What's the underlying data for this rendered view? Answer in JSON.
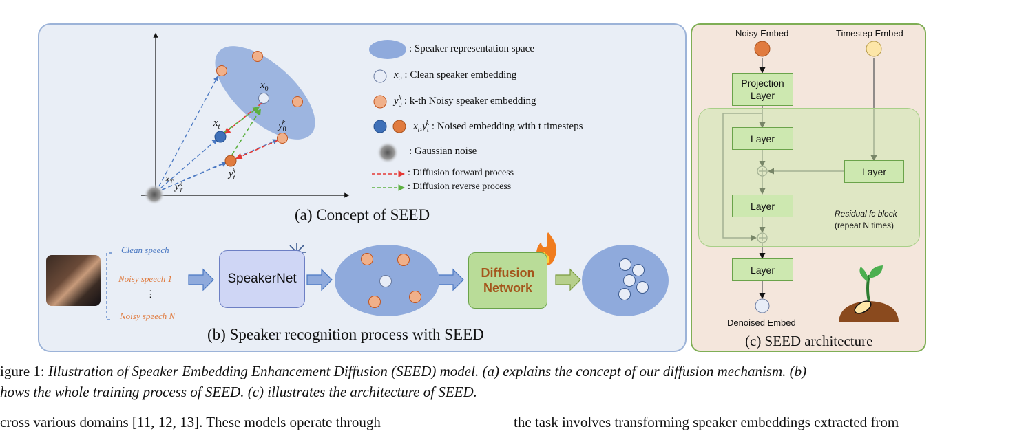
{
  "panel_a": {
    "legend": {
      "space": ": Speaker representation space",
      "clean": " : Clean speaker embedding",
      "noisy": " : k-th Noisy speaker embedding",
      "noised": " : Noised embedding with t timesteps",
      "gaussian": ": Gaussian noise",
      "forward": ": Diffusion forward process",
      "reverse": ": Diffusion reverse process"
    },
    "labels": {
      "x0": "x",
      "x0_sub": "0",
      "xt": "x",
      "xt_sub": "t",
      "y0k": "y",
      "ytk": "y",
      "xT": "x",
      "xT_sub": "T",
      "yTk": "y"
    },
    "caption": "(a) Concept of SEED"
  },
  "panel_b": {
    "inputs": [
      "Clean speech",
      "Noisy speech 1",
      "⋮",
      "Noisy speech N"
    ],
    "speakernet": "SpeakerNet",
    "diffusion": [
      "Diffusion",
      "Network"
    ],
    "caption": "(b) Speaker recognition process with SEED"
  },
  "panel_c": {
    "noisy_embed": "Noisy Embed",
    "timestep_embed": "Timestep Embed",
    "projection": [
      "Projection",
      "Layer"
    ],
    "layer": "Layer",
    "residual": "Residual fc block",
    "repeat": "(repeat N times)",
    "denoised": "Denoised Embed",
    "caption": "(c) SEED architecture"
  },
  "figure_caption": {
    "line1_prefix": "igure 1: ",
    "line1_italic": "Illustration of Speaker Embedding Enhancement Diffusion (SEED) model. (a) explains the concept of our diffusion mechanism. (b)",
    "line2_italic": "hows the whole training process of SEED. (c) illustrates the architecture of SEED."
  },
  "body_text": {
    "left": "cross various domains [11, 12, 13]. These models operate through",
    "right": "the task involves transforming speaker embeddings extracted from"
  },
  "colors": {
    "orange": "#e8a57f",
    "orange_dark": "#e07b3f",
    "blue_dot": "#3f70b8",
    "ellipse": "#8faadc",
    "green_box": "#cde8b0",
    "panel_c_bg": "#f4e6dc"
  }
}
